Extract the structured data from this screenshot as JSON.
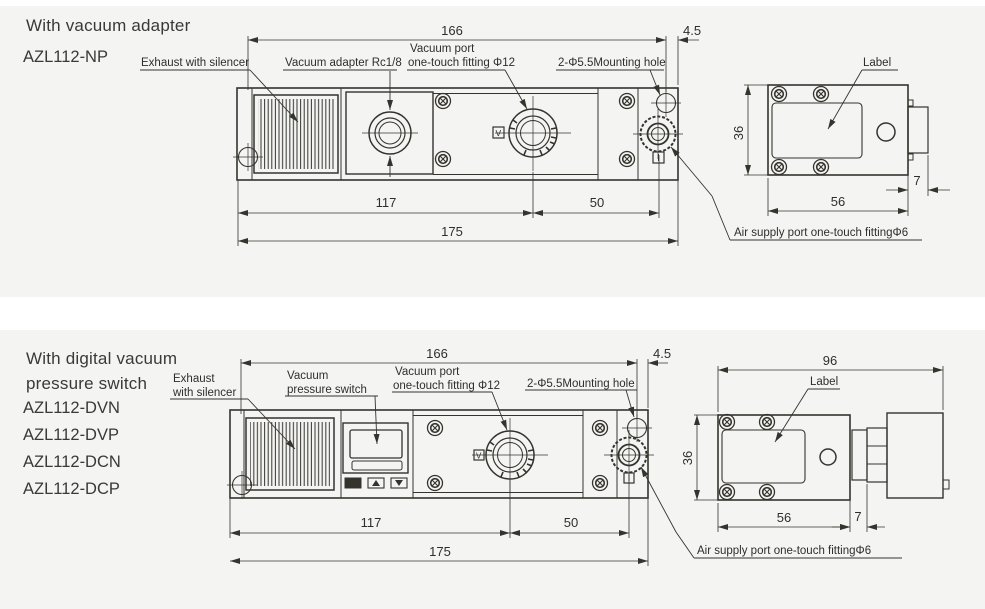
{
  "top": {
    "title": "With vacuum adapter",
    "model": "AZL112-NP",
    "labels": {
      "exhaust": "Exhaust with silencer",
      "adapter": "Vacuum adapter Rc1/8",
      "vacuum_port_line1": "Vacuum port",
      "vacuum_port_line2": "one-touch fitting Φ12",
      "mounting_hole": "2-Φ5.5Mounting hole",
      "label": "Label",
      "air_supply": "Air supply port one-touch fittingΦ6"
    },
    "dims": {
      "length_166": "166",
      "offset_4_5": "4.5",
      "length_117": "117",
      "length_50": "50",
      "length_175": "175",
      "height_36": "36",
      "width_56": "56",
      "width_7": "7"
    }
  },
  "bottom": {
    "title_line1": "With digital vacuum",
    "title_line2": "pressure switch",
    "models": [
      "AZL112-DVN",
      "AZL112-DVP",
      "AZL112-DCN",
      "AZL112-DCP"
    ],
    "labels": {
      "exhaust_line1": "Exhaust",
      "exhaust_line2": "with silencer",
      "switch_line1": "Vacuum",
      "switch_line2": "pressure switch",
      "vacuum_port_line1": "Vacuum port",
      "vacuum_port_line2": "one-touch fitting Φ12",
      "mounting_hole": "2-Φ5.5Mounting hole",
      "label": "Label",
      "air_supply": "Air supply port one-touch fittingΦ6"
    },
    "dims": {
      "length_166": "166",
      "offset_4_5": "4.5",
      "length_117": "117",
      "length_50": "50",
      "length_175": "175",
      "height_36": "36",
      "width_56": "56",
      "width_7": "7",
      "width_96": "96"
    }
  },
  "colors": {
    "panel_bg": "#f4f4f2",
    "line": "#34332e",
    "text": "#2f2e2b"
  }
}
